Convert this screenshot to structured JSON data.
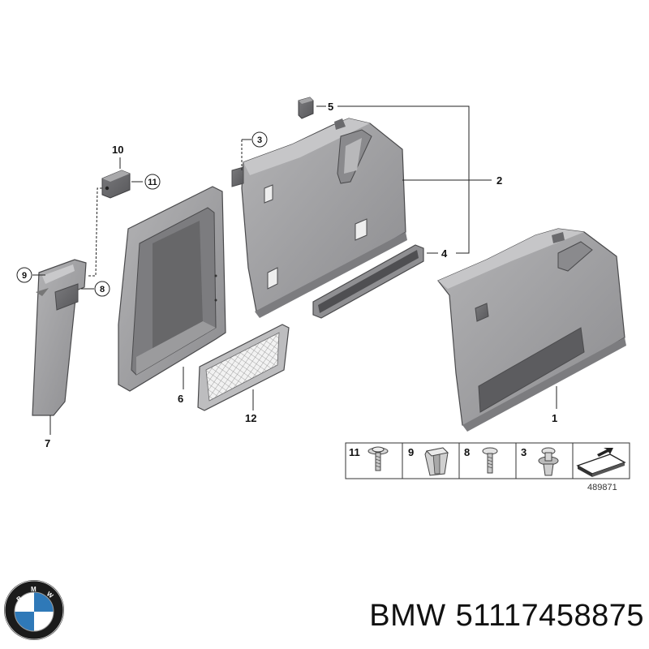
{
  "callouts": {
    "c1": "1",
    "c2": "2",
    "c3": "3",
    "c4": "4",
    "c5": "5",
    "c6": "6",
    "c7": "7",
    "c8": "8",
    "c9": "9",
    "c10": "10",
    "c11": "11",
    "c12": "12"
  },
  "legend": {
    "items": [
      {
        "number": "11",
        "icon": "screw-washer-icon"
      },
      {
        "number": "9",
        "icon": "expansion-clip-icon"
      },
      {
        "number": "8",
        "icon": "screw-icon"
      },
      {
        "number": "3",
        "icon": "push-rivet-icon"
      },
      {
        "number": "",
        "icon": "insulation-pad-icon"
      }
    ],
    "diagram_code": "489871"
  },
  "logo": {
    "lettering": "BMW",
    "colors": {
      "ring": "#1b1b1b",
      "blue": "#2f79b8",
      "white": "#ffffff"
    }
  },
  "footer": {
    "brand": "BMW",
    "part_number": "51117458875"
  },
  "colors": {
    "panel_fill": "#9a9a9c",
    "panel_dark": "#6f6f72",
    "panel_light": "#c4c4c6",
    "outline": "#4a4a4c",
    "leader": "#222222"
  }
}
